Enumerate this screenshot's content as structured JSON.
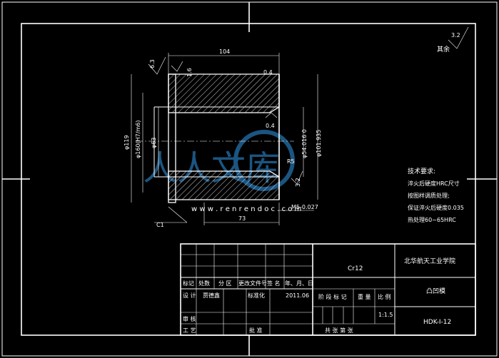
{
  "drawing": {
    "roughness_general": "其余",
    "roughness_general_value": "3.2",
    "dimensions": {
      "overall_length": "104",
      "length_73": "73",
      "dia_outer": "φ119",
      "dia_bore_left": "φ160(H7/m6)",
      "dia_bore": "φ63",
      "dia_pilot": "φ54.016 0",
      "dia_right": "φ101.935",
      "thread": "M5-0.027",
      "chamfer_c1": "C1",
      "radius_r5": "R5",
      "gdt_04_top": "0.4",
      "gdt_04_mid": "0.4",
      "rough_63": "6.3",
      "rough_16": "1.6",
      "rough_32": "3.2"
    },
    "tech_requirements": {
      "title": "技术要求:",
      "lines": [
        "淬火后硬度HRC尺寸",
        "按图样调质处理;",
        "保证淬火后硬度0.035",
        "热处理60~65HRC"
      ]
    },
    "watermark": {
      "cn": "人人文库",
      "url": "w w w . r e n r e n d o c . c o m"
    }
  },
  "title_block": {
    "material": "Cr12",
    "school": "北华航天工业学院",
    "part_name": "凸凹模",
    "drawing_no": "HDK-I-12",
    "scale_label": "比 例",
    "scale": "1:1.5",
    "mark_header": "阶 段 标 记",
    "weight_header": "重 量",
    "sheet_text": "共    张 第    张",
    "rev_headers": [
      "标记",
      "处数",
      "分 区",
      "更改文件号",
      "签 名",
      "年、月、日"
    ],
    "design_label": "设 计",
    "designer": "贾德鑫",
    "standard_label": "标准化",
    "date": "2011.06",
    "review_label": "审 核",
    "process_label": "工 艺",
    "approve_label": "批 准"
  }
}
